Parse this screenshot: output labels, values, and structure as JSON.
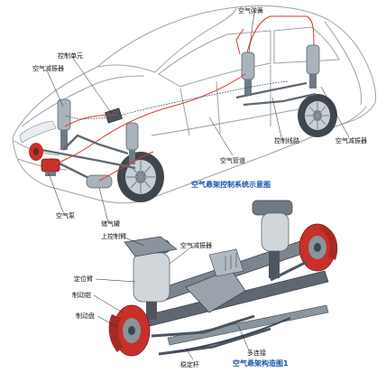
{
  "figure1": {
    "caption": "空气悬架控制系统示意图",
    "labels": {
      "control_unit": "控制单元",
      "air_spring_front": "空气减振器",
      "air_spring_rear_left": "空气弹簧",
      "control_line": "控制线路",
      "air_spring_rear_right": "空气减振器",
      "air_pipe": "空气管道",
      "air_pump": "空气泵",
      "reservoir": "储气罐"
    }
  },
  "figure2": {
    "caption": "空气悬架构造图1",
    "labels": {
      "upper_arm": "上控制臂",
      "air_damper": "空气减振器",
      "locating_arm": "定位臂",
      "brake_caliper": "制动钳",
      "brake_disc": "制动盘",
      "axle": "多连接",
      "stabilizer": "稳定杆"
    }
  },
  "colors": {
    "caption": "#1e55b0",
    "brake": "#c8302a",
    "air_line": "#d23c2a",
    "metal": "#6f7a85"
  }
}
